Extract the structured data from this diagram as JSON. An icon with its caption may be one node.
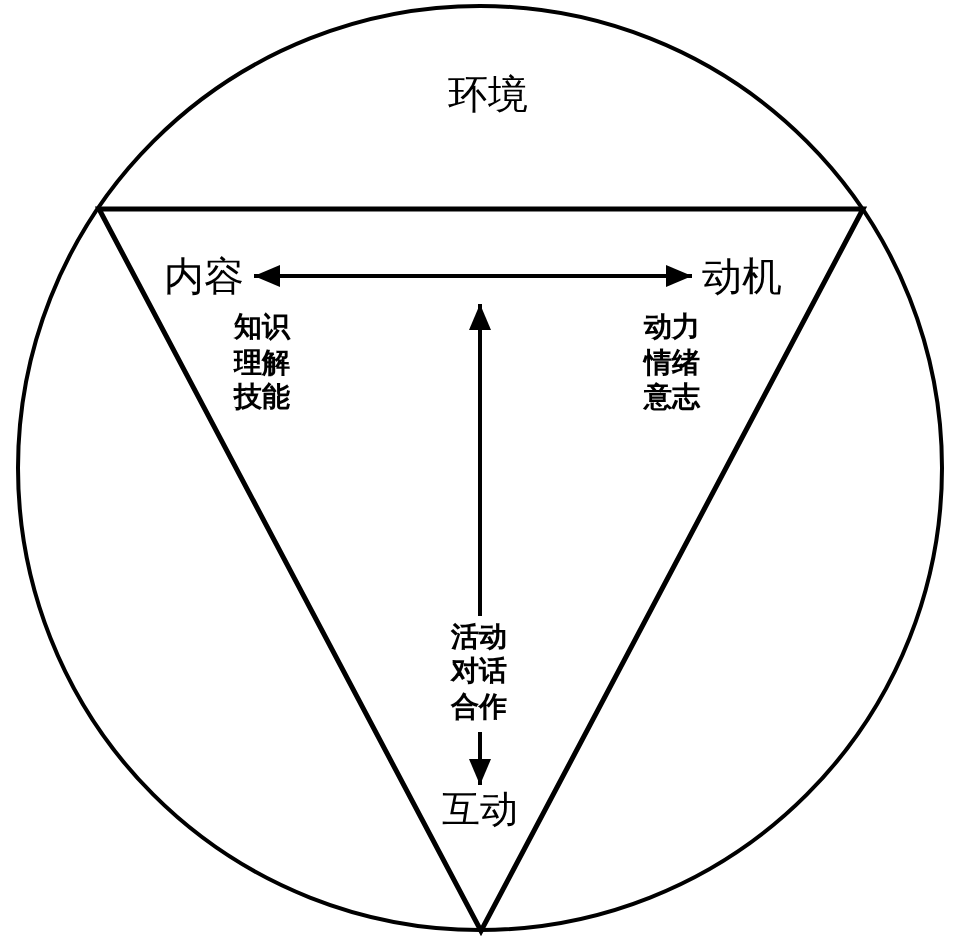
{
  "diagram": {
    "nodes": [
      {
        "text": [
          "环境"
        ]
      },
      {
        "text": [],
        "shape": "triangle",
        "in": 0
      },
      {
        "text": [
          "内容"
        ],
        "beside": [
          "知识理解技能"
        ],
        "in": 1
      },
      {
        "text": [
          "动机"
        ],
        "beside": [
          "动力情绪意志"
        ],
        "in": 1
      },
      {
        "text": [
          "互动"
        ],
        "in": 1
      }
    ],
    "edges": [
      {
        "from": 2,
        "to": 3,
        "arrow": "both"
      },
      {
        "from": null,
        "to": 4,
        "arrow": "both",
        "label": "活动对话合作"
      }
    ]
  }
}
